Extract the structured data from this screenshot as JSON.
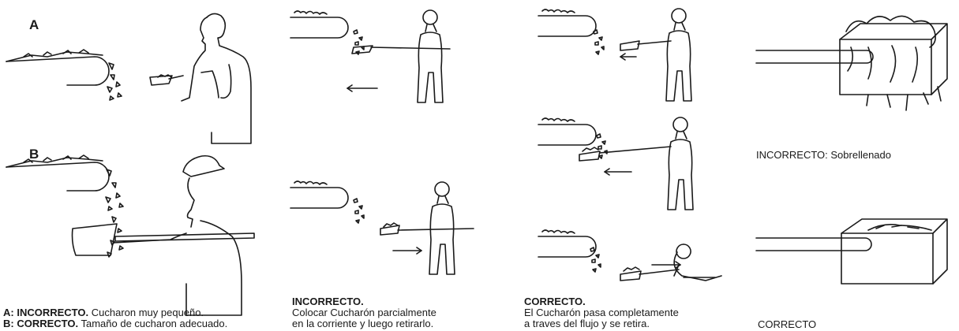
{
  "labels": {
    "a": "A",
    "b": "B"
  },
  "captions": {
    "panel1": {
      "line1_bold": "A: INCORRECTO.",
      "line1_text": "Cucharon muy pequeño.",
      "line2_bold": "B: CORRECTO.",
      "line2_text": "Tamaño de cucharon adecuado."
    },
    "panel2": {
      "title": "INCORRECTO.",
      "line1": "Colocar Cucharón parcialmente",
      "line2": "en la corriente y luego retirarlo."
    },
    "panel3": {
      "title": "CORRECTO.",
      "line1": "El Cucharón pasa completamente",
      "line2": "a traves del flujo y se retira."
    },
    "panel4": {
      "overfilled": "INCORRECTO: Sobrellenado",
      "correct": "CORRECTO"
    }
  },
  "colors": {
    "ink": "#1a1a1a",
    "paper": "#ffffff"
  }
}
